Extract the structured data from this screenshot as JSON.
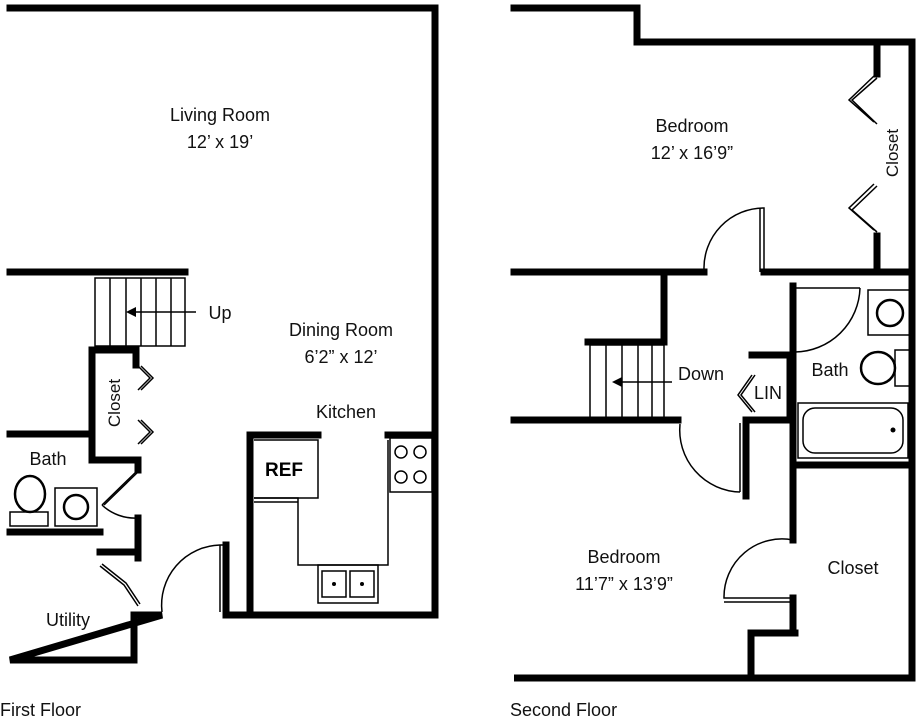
{
  "first_floor": {
    "caption": "First Floor",
    "living_room": {
      "name": "Living Room",
      "size": "12’ x 19’"
    },
    "dining_room": {
      "name": "Dining Room",
      "size": "6’2” x 12’"
    },
    "kitchen": "Kitchen",
    "ref": "REF",
    "bath": "Bath",
    "closet": "Closet",
    "utility": "Utility",
    "stairs": "Up"
  },
  "second_floor": {
    "caption": "Second Floor",
    "bedroom_top": {
      "name": "Bedroom",
      "size": "12’ x 16’9”"
    },
    "bedroom_bottom": {
      "name": "Bedroom",
      "size": "11’7” x 13’9”"
    },
    "closet_top": "Closet",
    "closet_bottom": "Closet",
    "bath": "Bath",
    "linen": "LIN",
    "stairs": "Down"
  }
}
